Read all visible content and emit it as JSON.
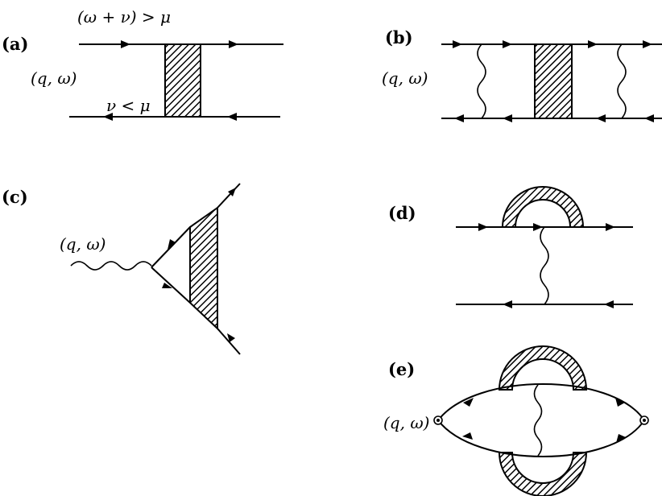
{
  "panels": {
    "a": {
      "label": "(a)",
      "top_annotation": "(ω + ν) > μ",
      "side_annotation": "(q, ω)",
      "bottom_annotation": "ν < μ"
    },
    "b": {
      "label": "(b)",
      "side_annotation": "(q, ω)"
    },
    "c": {
      "label": "(c)",
      "side_annotation": "(q, ω)"
    },
    "d": {
      "label": "(d)"
    },
    "e": {
      "label": "(e)",
      "side_annotation": "(q, ω)"
    }
  },
  "colors": {
    "ink": "#000000",
    "background": "#ffffff"
  }
}
